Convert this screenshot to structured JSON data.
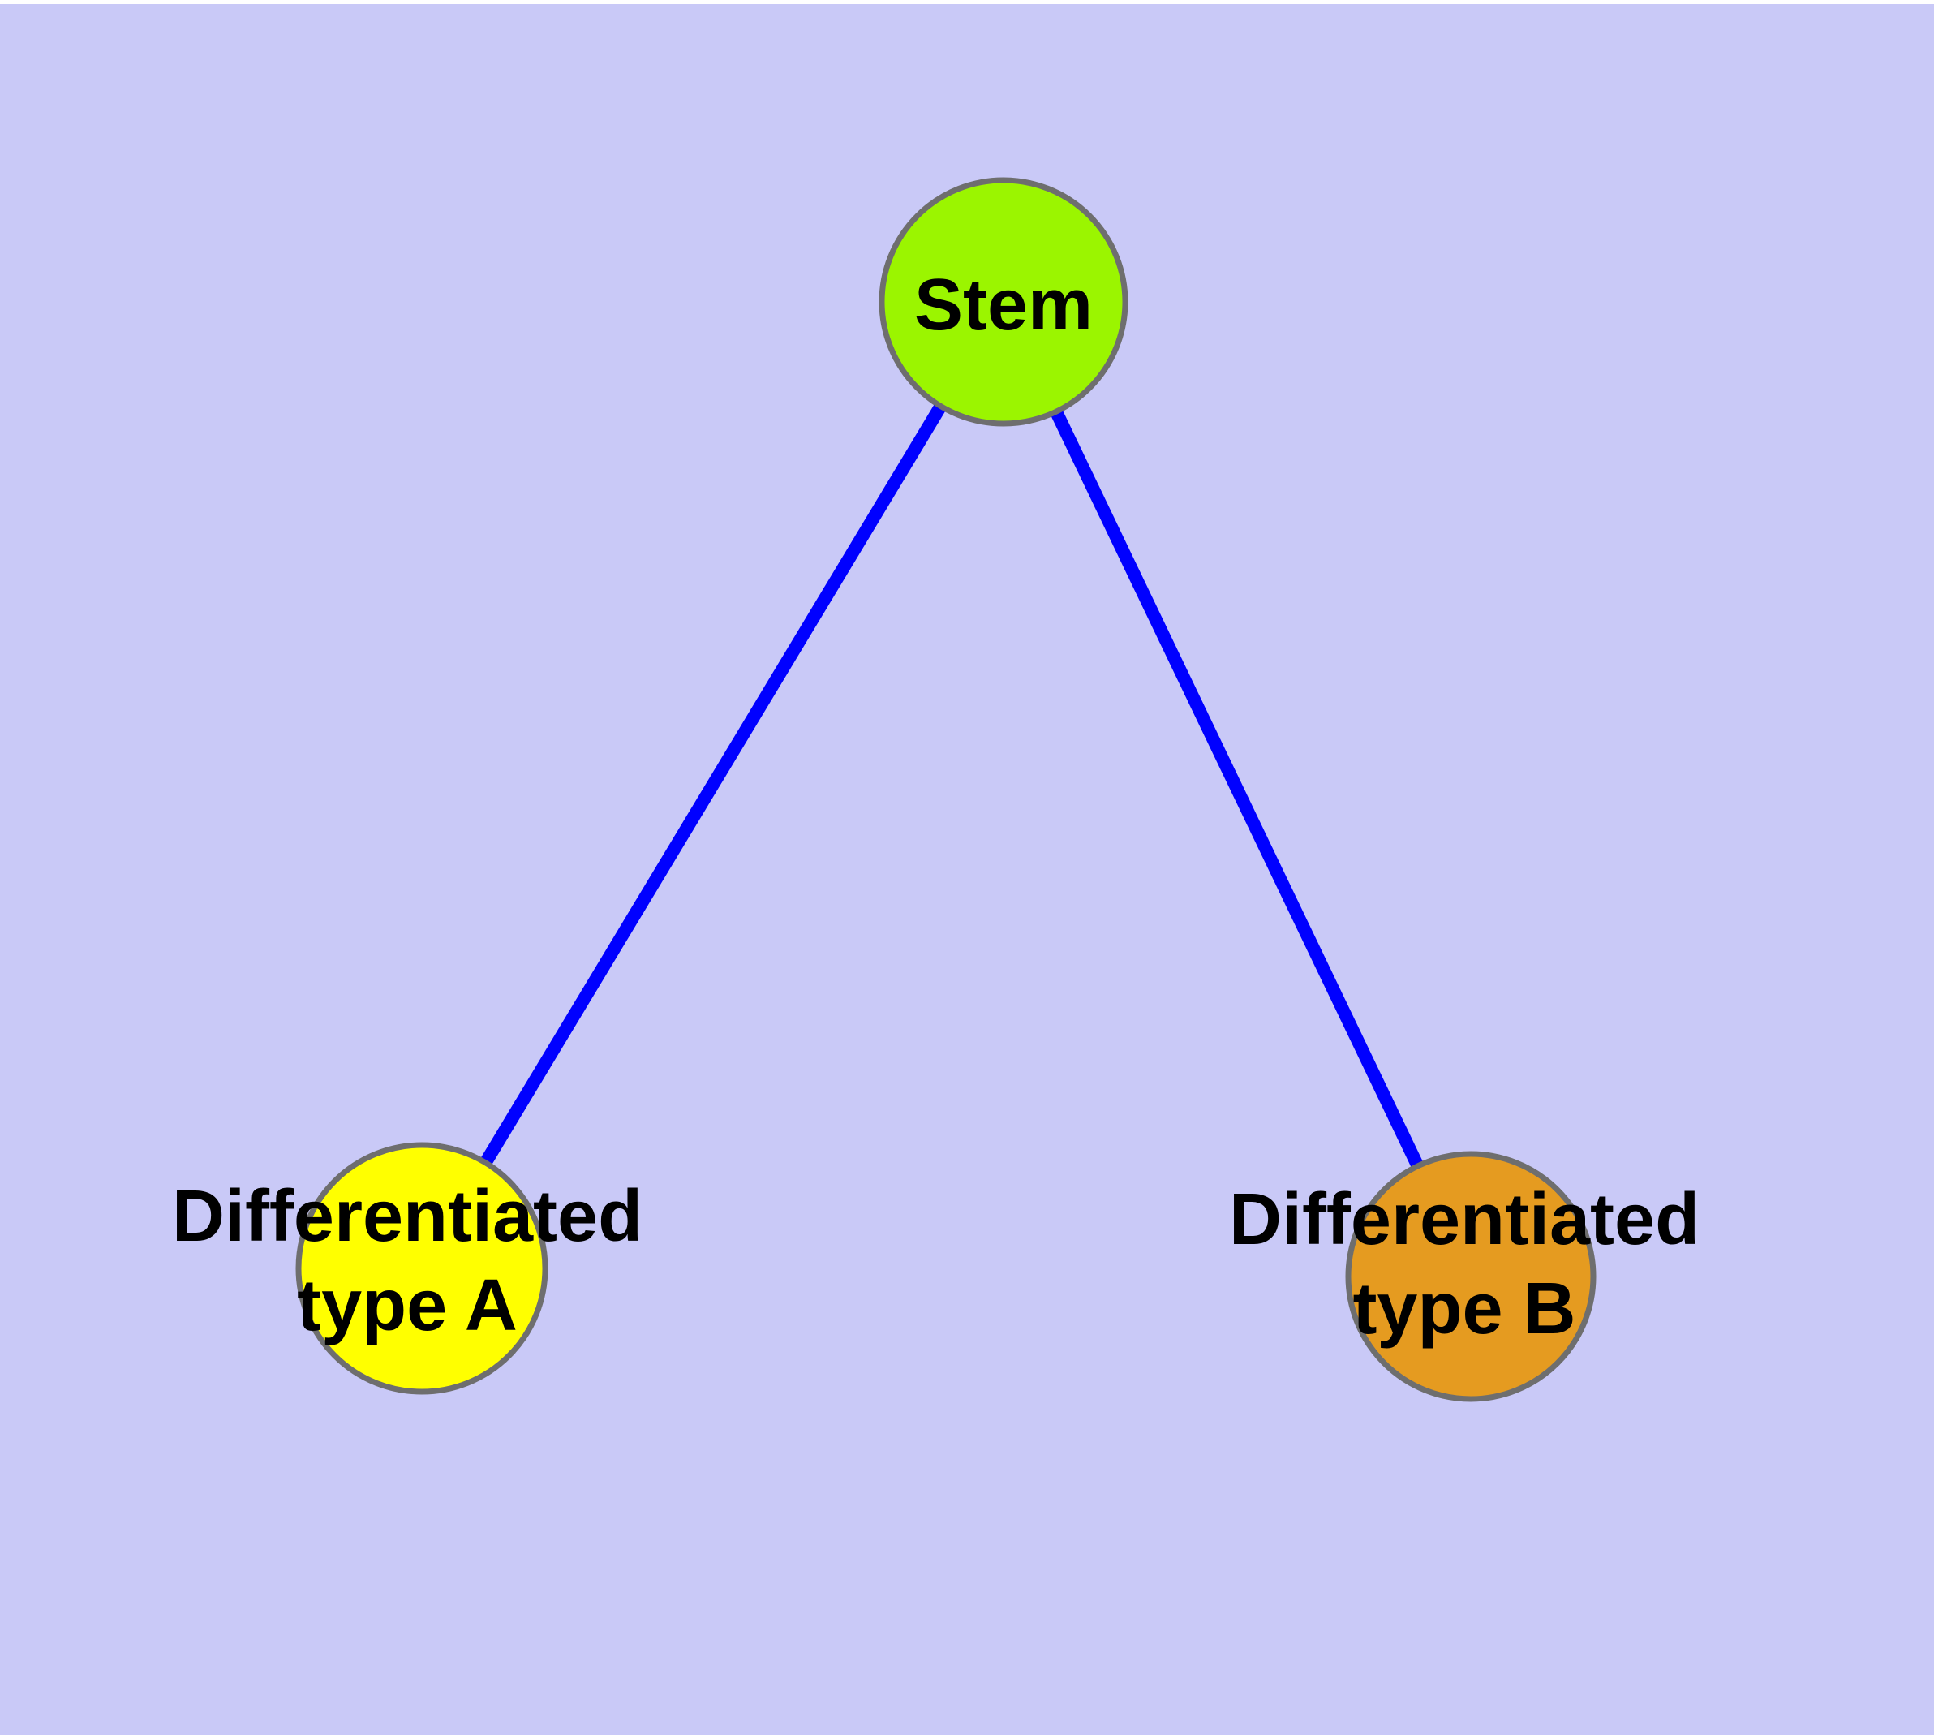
{
  "diagram": {
    "kind": "node-link-graph",
    "background_color": "#C9C9F7",
    "top_margin_color": "#FFFFFF",
    "edge_color": "#0000FF",
    "node_border_color": "#6E6E6E",
    "label_text_color": "#000000",
    "nodes": {
      "stem": {
        "lines": [
          "Stem"
        ],
        "fill": "#9BF500"
      },
      "type_a": {
        "lines": [
          "Differentiated",
          "type A"
        ],
        "fill": "#FFFF00"
      },
      "type_b": {
        "lines": [
          "Differentiated",
          "type B"
        ],
        "fill": "#E59B20"
      }
    },
    "edges": [
      {
        "from": "Stem",
        "to": "Differentiated type A"
      },
      {
        "from": "Stem",
        "to": "Differentiated type B"
      }
    ]
  }
}
